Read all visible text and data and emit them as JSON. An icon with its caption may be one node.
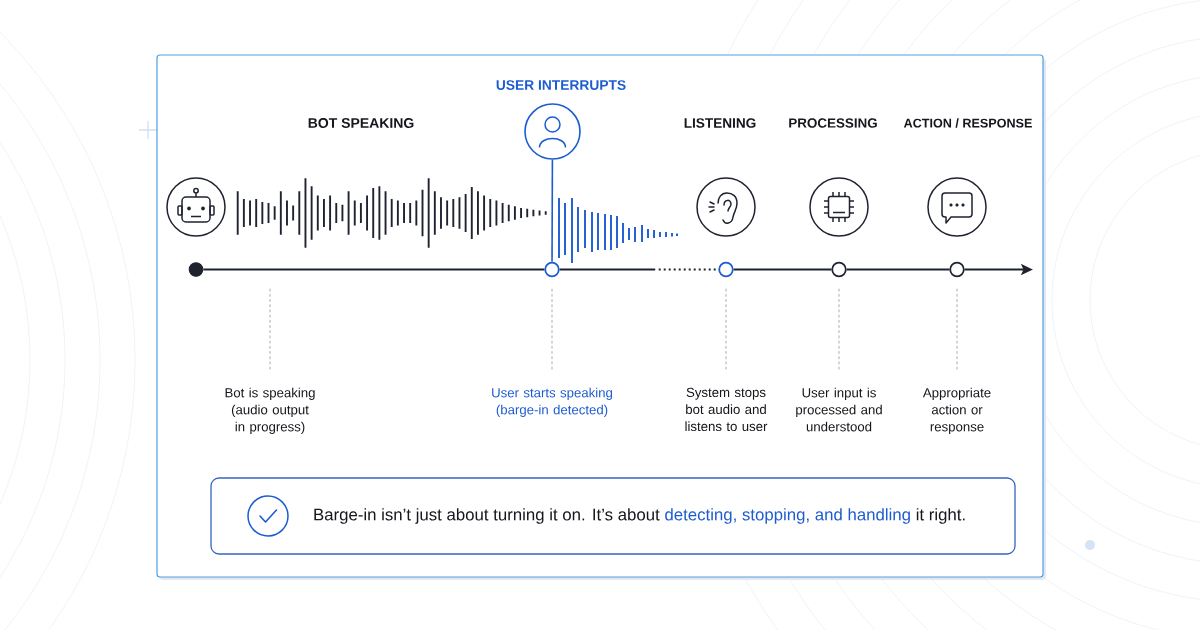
{
  "diagram": {
    "nodes": [
      {
        "text": [],
        "shape": "circle"
      },
      {
        "text": [],
        "shape": "circle"
      },
      {
        "text": [],
        "shape": "circle"
      },
      {
        "text": [],
        "shape": "circle"
      },
      {
        "text": [],
        "shape": "circle"
      },
      {
        "text": [],
        "shape": "circle"
      },
      {
        "text": [
          "Bot is speaking (audio output in progress)"
        ]
      },
      {
        "text": [
          "User starts speaking (barge-in detected)"
        ]
      },
      {
        "text": [
          "System stops bot audio and listens to user"
        ]
      },
      {
        "text": [
          "User input is processed and understood"
        ]
      },
      {
        "text": [
          "Appropriate action or response"
        ]
      },
      {
        "text": [
          "Barge-in isn’t just about turning it on. It’s about **detecting, stopping, and handling** it right."
        ]
      }
    ],
    "edges": [
      {
        "from": 1,
        "to": 2,
        "arrow": "none"
      },
      {
        "from": 2,
        "to": 3,
        "arrow": "none",
        "style": "dashed"
      },
      {
        "from": 3,
        "to": 4,
        "arrow": "none"
      },
      {
        "from": 4,
        "to": 5,
        "arrow": "none"
      },
      {
        "from": 5,
        "to": null,
        "arrow": "to"
      },
      {
        "from": 0,
        "to": 2,
        "arrow": "none",
        "color": "#1d5bd1"
      },
      {
        "from": 6,
        "to": null,
        "arrow": "none",
        "style": "dashed",
        "color": "#9ca3af"
      },
      {
        "from": 7,
        "to": 2,
        "arrow": "none",
        "style": "dashed",
        "color": "#9ca3af"
      },
      {
        "from": 8,
        "to": 3,
        "arrow": "none",
        "style": "dashed",
        "color": "#9ca3af"
      },
      {
        "from": 9,
        "to": 4,
        "arrow": "none",
        "style": "dashed",
        "color": "#9ca3af"
      },
      {
        "from": 10,
        "to": 5,
        "arrow": "none",
        "style": "dashed",
        "color": "#9ca3af"
      }
    ],
    "labels": [
      "USER INTERRUPTS",
      "BOT SPEAKING",
      "LISTENING",
      "PROCESSING",
      "ACTION / RESPONSE"
    ]
  }
}
